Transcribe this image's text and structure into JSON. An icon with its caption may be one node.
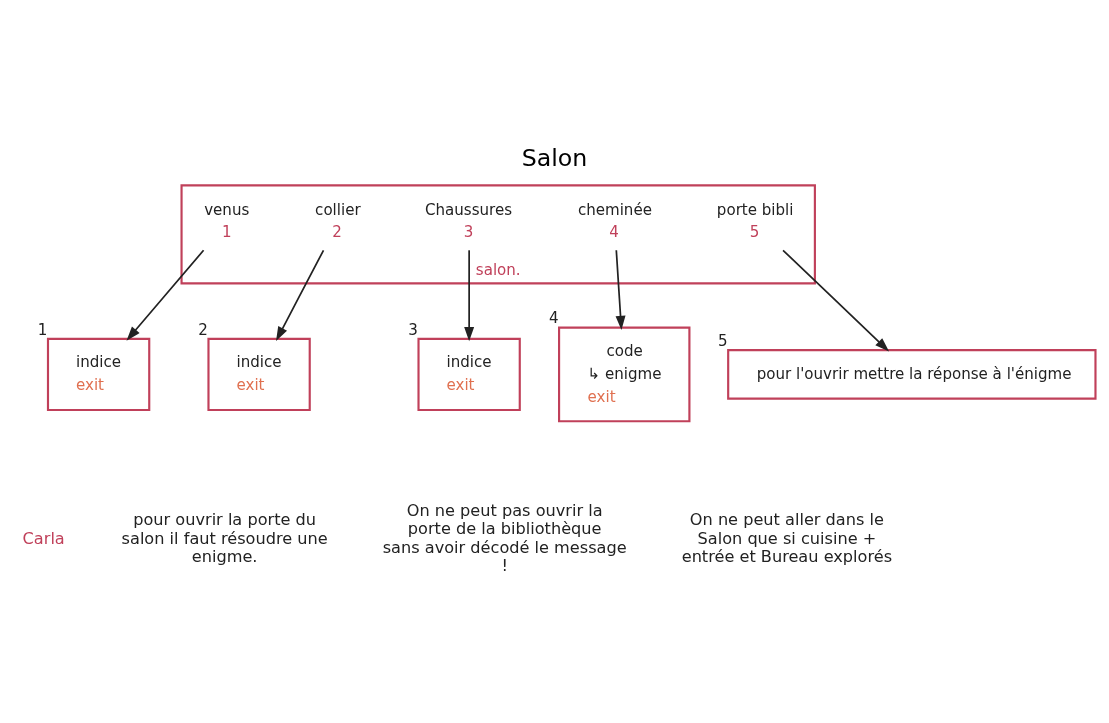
{
  "diagram": {
    "title": "Salon",
    "nodes": [
      {
        "text": [
          "salon."
        ]
      },
      {
        "text": [
          "venus",
          "1"
        ],
        "in": 0
      },
      {
        "text": [
          "collier",
          "2"
        ],
        "in": 0
      },
      {
        "text": [
          "Chaussures",
          "3"
        ],
        "in": 0
      },
      {
        "text": [
          "cheminée",
          "4"
        ],
        "in": 0
      },
      {
        "text": [
          "porte bibli",
          "5"
        ],
        "in": 0
      },
      {
        "text": [
          "indice",
          "exit"
        ],
        "beside": [
          "1"
        ]
      },
      {
        "text": [
          "indice",
          "exit"
        ],
        "beside": [
          "2"
        ]
      },
      {
        "text": [
          "indice",
          "exit"
        ],
        "beside": [
          "3"
        ]
      },
      {
        "text": [
          "code",
          "↳ enigme",
          "exit"
        ],
        "beside": [
          "4"
        ]
      },
      {
        "text": [
          "pour l'ouvrir mettre la réponse à l'énigme"
        ],
        "beside": [
          "5"
        ]
      }
    ],
    "edges": [
      {
        "from": 1,
        "to": 6,
        "arrow": "to"
      },
      {
        "from": 2,
        "to": 7,
        "arrow": "to"
      },
      {
        "from": 3,
        "to": 8,
        "arrow": "to"
      },
      {
        "from": 4,
        "to": 9,
        "arrow": "to"
      },
      {
        "from": 5,
        "to": 10,
        "arrow": "to"
      }
    ],
    "labels": [
      "Carla",
      "pour ouvrir la porte du salon il faut résoudre une enigme.",
      "On ne peut pas ouvrir la porte de la bibliothèque sans avoir décodé le message !",
      "On ne peut aller dans le Salon que si cuisine + entrée et Bureau explorés"
    ]
  }
}
